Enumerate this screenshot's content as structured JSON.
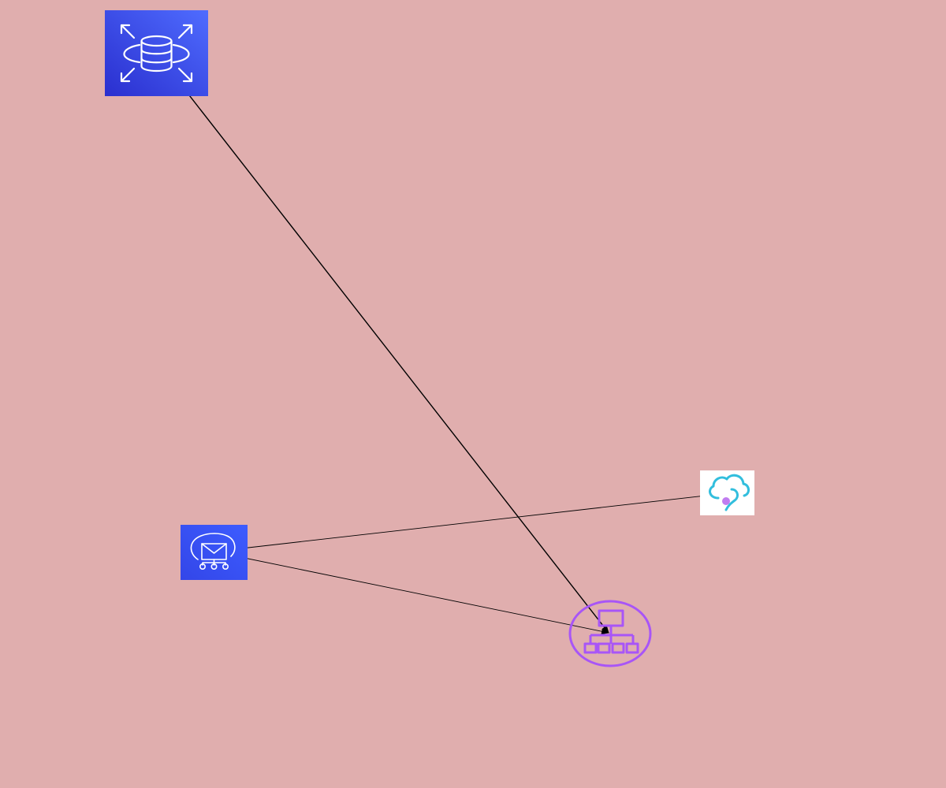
{
  "diagram": {
    "background_color": "#e0aeae",
    "edge_color": "#000000",
    "nodes": [
      {
        "id": "rds",
        "icon": "aws-rds-database-icon",
        "color_top": "#4f6cff",
        "color_bottom": "#2a2fcf"
      },
      {
        "id": "sns",
        "icon": "aws-sns-notification-icon",
        "color_top": "#3d5cff",
        "color_bottom": "#3346e8"
      },
      {
        "id": "cloud",
        "icon": "azure-cloud-service-icon",
        "color": "#32bedd",
        "accent": "#c07cf0"
      },
      {
        "id": "hierarchy",
        "icon": "hierarchy-org-chart-icon",
        "color": "#a855f7"
      }
    ],
    "edges": [
      {
        "from": "rds",
        "to": "hierarchy",
        "arrows": "both"
      },
      {
        "from": "sns",
        "to": "cloud",
        "arrows": "start"
      },
      {
        "from": "sns",
        "to": "hierarchy",
        "arrows": "both"
      }
    ]
  }
}
